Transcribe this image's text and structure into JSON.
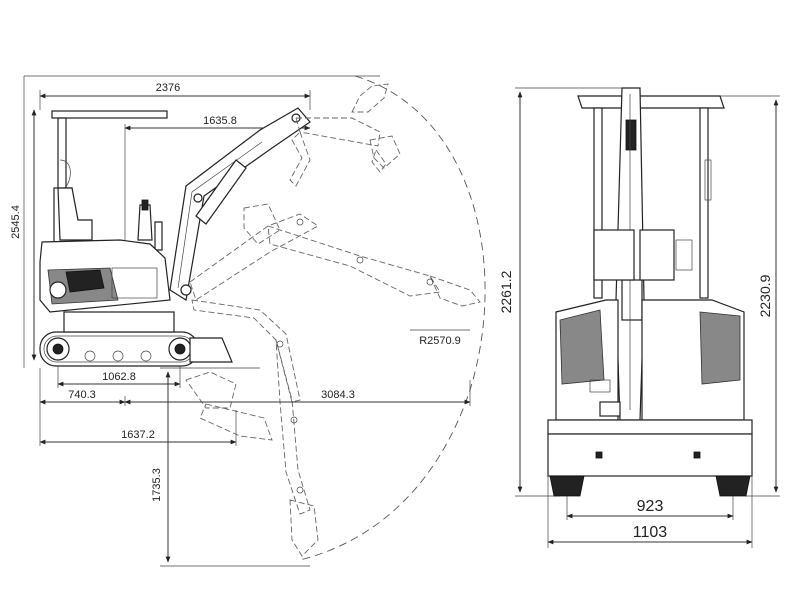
{
  "side_view": {
    "dim_overall_length": "2376",
    "dim_arm_reach": "1635.8",
    "dim_height": "2545.4",
    "dim_track_length": "1062.8",
    "dim_rear_to_pivot": "740.3",
    "dim_max_reach": "3084.3",
    "dim_ground_reach": "1637.2",
    "dim_dig_depth": "1735.3",
    "dim_radius": "R2570.9"
  },
  "front_view": {
    "dim_cab_height": "2261.2",
    "dim_total_height": "2230.9",
    "dim_track_gauge": "923",
    "dim_overall_width": "1103"
  }
}
